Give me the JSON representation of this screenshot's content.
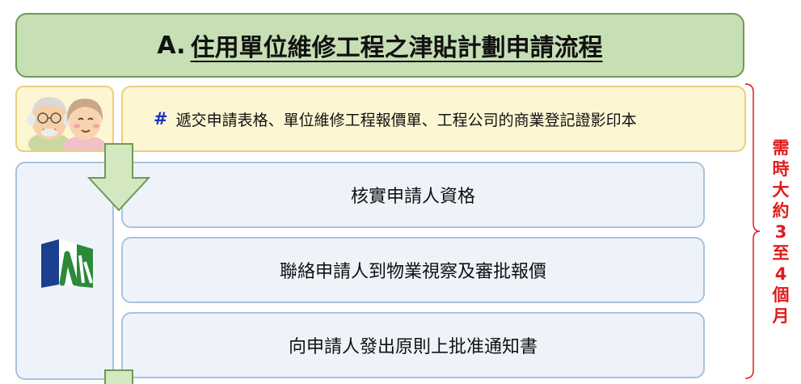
{
  "title": {
    "prefix": "A.",
    "text": "住用單位維修工程之津貼計劃申請流程"
  },
  "submission": {
    "marker": "#",
    "text": "遞交申請表格、單位維修工程報價單、工程公司的商業登記證影印本"
  },
  "steps": [
    {
      "label": "核實申請人資格"
    },
    {
      "label": "聯絡申請人到物業視察及審批報價"
    },
    {
      "label": "向申請人發出原則上批准通知書"
    }
  ],
  "duration": {
    "chars": [
      "需",
      "時",
      "大",
      "約",
      "3",
      "至",
      "4",
      "個",
      "月"
    ]
  },
  "colors": {
    "title_fill": "#c6dfb4",
    "applicant_fill": "#fdf6d3",
    "org_fill": "#eef3f9",
    "arrow_fill": "#d3e8c0",
    "duration_text": "#e01b1b"
  },
  "icons": [
    "elderly-couple-icon",
    "housing-society-logo-icon",
    "down-arrow-icon"
  ]
}
